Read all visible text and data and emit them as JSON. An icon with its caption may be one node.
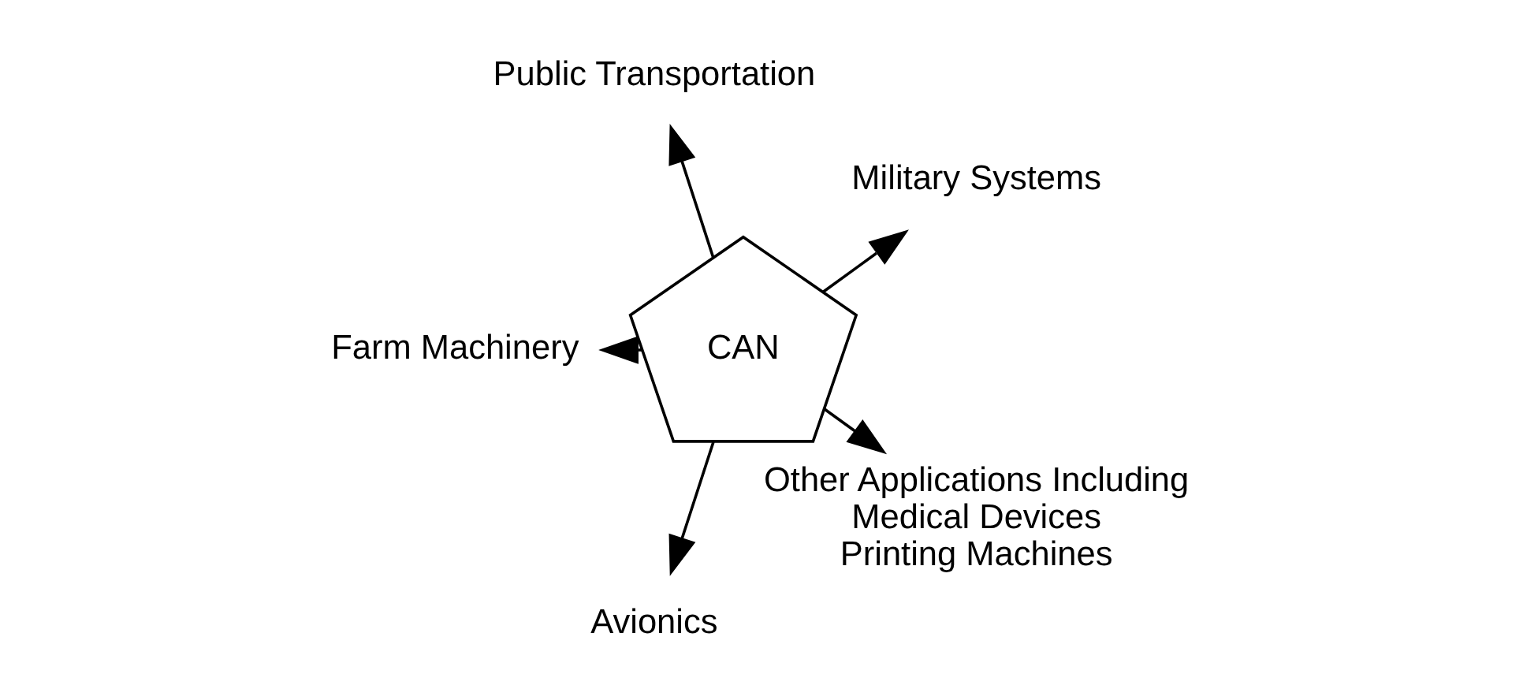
{
  "diagram": {
    "nodes": [
      {
        "text": [
          "CAN"
        ]
      },
      {
        "text": [
          "Military Systems"
        ]
      },
      {
        "text": [
          "Public Transportation"
        ]
      },
      {
        "text": [
          "Farm Machinery"
        ]
      },
      {
        "text": [
          "Avionics"
        ]
      },
      {
        "text": [
          "Other Applications Including",
          "Medical Devices",
          "Printing Machines"
        ]
      }
    ],
    "edges": [
      {
        "from": 0,
        "to": 1,
        "arrow": "to"
      },
      {
        "from": 0,
        "to": 2,
        "arrow": "to"
      },
      {
        "from": 0,
        "to": 3,
        "arrow": "to"
      },
      {
        "from": 0,
        "to": 4,
        "arrow": "to"
      },
      {
        "from": 0,
        "to": 5,
        "arrow": "to"
      }
    ]
  }
}
